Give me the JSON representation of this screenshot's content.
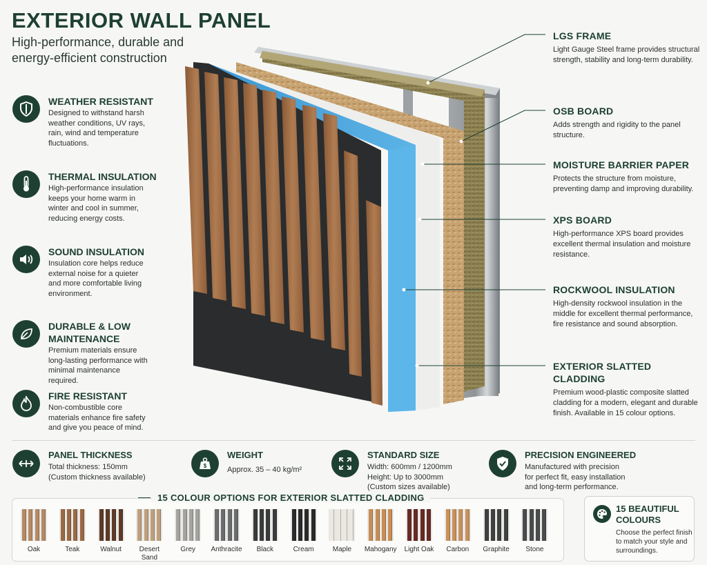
{
  "header": {
    "title": "EXTERIOR WALL PANEL",
    "subtitle": "High-performance, durable and energy-efficient construction"
  },
  "features": [
    {
      "icon": "shield-icon",
      "title": "WEATHER RESISTANT",
      "desc": "Designed to withstand harsh weather conditions, UV rays, rain, wind and temperature fluctuations."
    },
    {
      "icon": "thermometer-icon",
      "title": "THERMAL INSULATION",
      "desc": "High-performance insulation keeps your home warm in winter and cool in summer, reducing energy costs."
    },
    {
      "icon": "speaker-icon",
      "title": "SOUND INSULATION",
      "desc": "Insulation core helps reduce external noise for a quieter and more comfortable living environment."
    },
    {
      "icon": "leaf-icon",
      "title": "DURABLE & LOW MAINTENANCE",
      "desc": "Premium materials ensure long-lasting performance with minimal maintenance required."
    },
    {
      "icon": "flame-icon",
      "title": "FIRE RESISTANT",
      "desc": "Non-combustible core materials enhance fire safety and give you peace of mind."
    }
  ],
  "layers": [
    {
      "title": "LGS FRAME",
      "desc": "Light Gauge Steel frame provides structural strength, stability and long-term durability."
    },
    {
      "title": "OSB BOARD",
      "desc": "Adds strength and rigidity to the panel structure."
    },
    {
      "title": "MOISTURE BARRIER PAPER",
      "desc": "Protects the structure from moisture, preventing damp and improving durability."
    },
    {
      "title": "XPS BOARD",
      "desc": "High-performance XPS board provides excellent thermal insulation and moisture resistance."
    },
    {
      "title": "ROCKWOOL INSULATION",
      "desc": "High-density rockwool insulation in the middle for excellent thermal performance, fire resistance and sound absorption."
    },
    {
      "title": "EXTERIOR SLATTED CLADDING",
      "desc": "Premium wood-plastic composite slatted cladding for a modern, elegant and durable finish. Available in 15 colour options."
    }
  ],
  "specs": [
    {
      "icon": "arrows-horizontal-icon",
      "title": "PANEL THICKNESS",
      "lines": [
        "Total thickness: 150mm",
        "(Custom thickness available)"
      ]
    },
    {
      "icon": "weight-icon",
      "title": "WEIGHT",
      "lines": [
        "Approx. 35 – 40 kg/m²"
      ]
    },
    {
      "icon": "expand-icon",
      "title": "STANDARD SIZE",
      "lines": [
        "Width: 600mm / 1200mm",
        "Height: Up to 3000mm",
        "(Custom sizes available)"
      ]
    },
    {
      "icon": "check-shield-icon",
      "title": "PRECISION ENGINEERED",
      "lines": [
        "Manufactured with precision",
        "for perfect fit, easy installation",
        "and long-term performance."
      ]
    }
  ],
  "colours": {
    "heading": "15 COLOUR OPTIONS FOR EXTERIOR SLATTED CLADDING",
    "items": [
      {
        "name": "Oak",
        "color": "#b58a62"
      },
      {
        "name": "Teak",
        "color": "#9a6a45"
      },
      {
        "name": "Walnut",
        "color": "#5e3a26"
      },
      {
        "name": "Desert Sand",
        "color": "#bfa07c"
      },
      {
        "name": "Grey",
        "color": "#a5a39e"
      },
      {
        "name": "Anthracite",
        "color": "#6a6c6d"
      },
      {
        "name": "Black",
        "color": "#3a3b3c"
      },
      {
        "name": "Cream",
        "color": "#2a2a2a"
      },
      {
        "name": "Maple",
        "color": "#ece8de"
      },
      {
        "name": "Mahogany",
        "color": "#c88e55"
      },
      {
        "name": "Light Oak",
        "color": "#6a2a24"
      },
      {
        "name": "Carbon",
        "color": "#c9915b"
      },
      {
        "name": "Graphite",
        "color": "#3f4040"
      },
      {
        "name": "Stone",
        "color": "#4a4b4c"
      }
    ]
  },
  "beauty": {
    "icon": "palette-icon",
    "title": "15 BEAUTIFUL COLOURS",
    "desc": "Choose the perfect finish to match your style and surroundings."
  },
  "theme": {
    "accent": "#1e4032",
    "xps": "#4aa3d9",
    "osb": "#c9a574",
    "rockwool": "#8e8252",
    "steel": "#a9adb0",
    "wood": "#a4714a"
  }
}
